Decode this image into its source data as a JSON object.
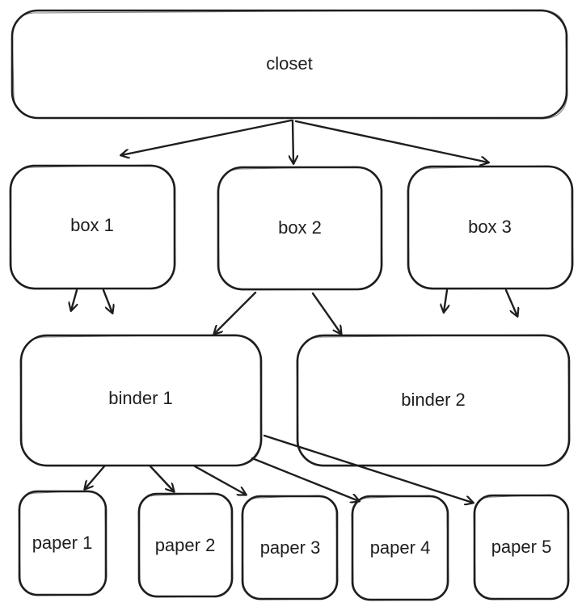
{
  "nodes": {
    "closet": "closet",
    "box1": "box 1",
    "box2": "box 2",
    "box3": "box 3",
    "binder1": "binder 1",
    "binder2": "binder 2",
    "paper1": "paper 1",
    "paper2": "paper 2",
    "paper3": "paper 3",
    "paper4": "paper 4",
    "paper5": "paper 5"
  },
  "colors": {
    "stroke": "#1e1e1e",
    "background": "#ffffff"
  }
}
